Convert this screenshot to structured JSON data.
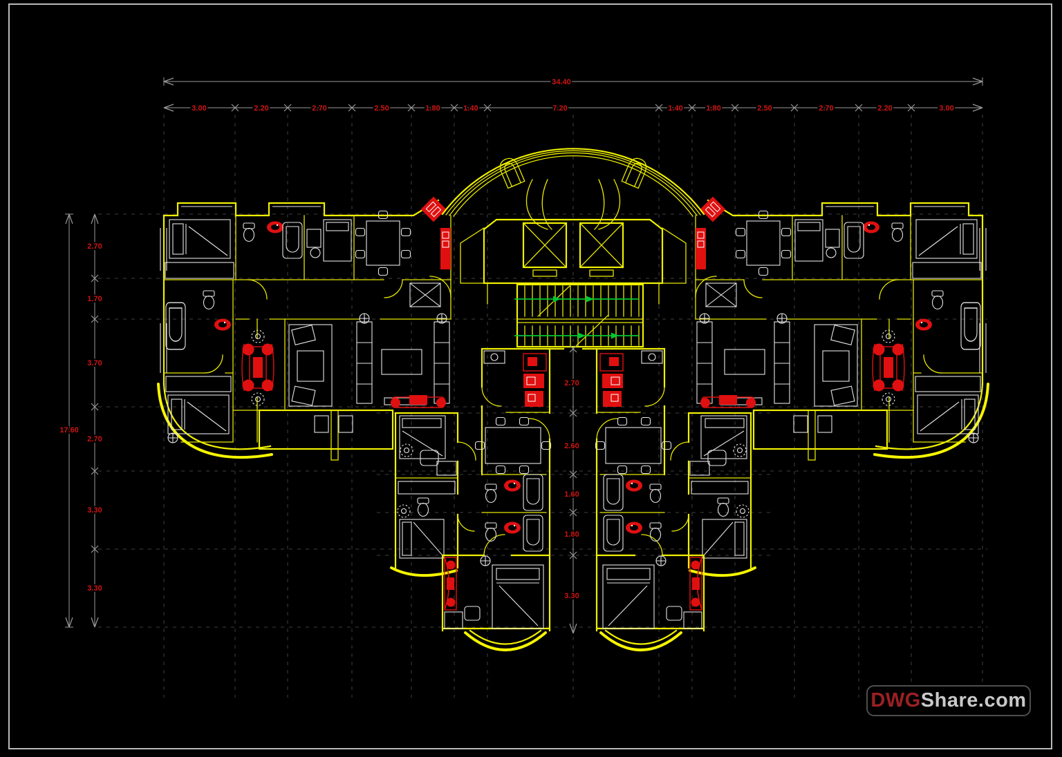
{
  "watermark": {
    "prefix": "DWG",
    "suffix": "Share.com"
  },
  "dims": {
    "top": {
      "total": "34.40",
      "segments": [
        "3.00",
        "2.20",
        "2.70",
        "2.50",
        "1.80",
        "1.40",
        "7.20",
        "1.40",
        "1.80",
        "2.50",
        "2.70",
        "2.20",
        "3.00"
      ]
    },
    "left": {
      "total": "17.60",
      "segments": [
        "2.70",
        "1.70",
        "3.70",
        "2.70",
        "3.30",
        "3.30"
      ]
    },
    "center": {
      "segments": [
        "2.70",
        "2.60",
        "1.60",
        "1.80",
        "3.30"
      ]
    }
  },
  "colors": {
    "background": "#000000",
    "frame": "#b9b9b9",
    "walls": "#f0f000",
    "furniture": "#e6e6e6",
    "fixtures": "#e01010",
    "dimension_lines": "#9a9a9a",
    "dimension_text": "#d01414",
    "construction_grid": "#3f3f3f",
    "stair_arrows": "#00c832",
    "watermark_prefix": "#9c2023",
    "watermark_suffix": "#c9c9c9"
  }
}
